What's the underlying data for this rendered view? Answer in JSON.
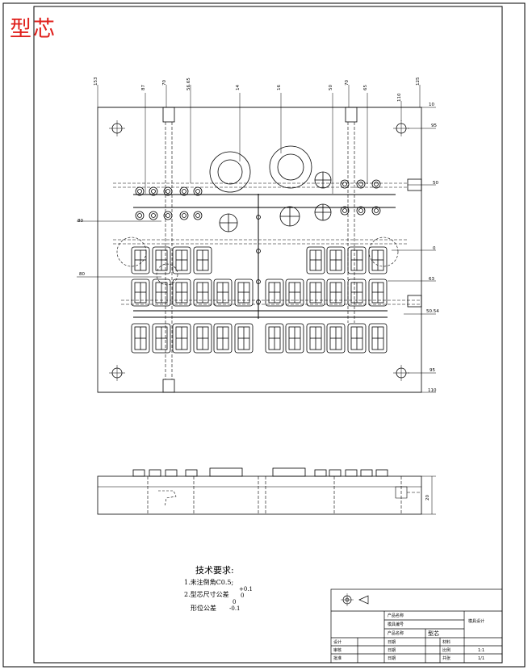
{
  "sheet_title": "型芯",
  "tech_requirements": {
    "heading": "技术要求:",
    "items": [
      "1.未注倒角C0.5;",
      "2.型芯尺寸公差",
      "形位公差"
    ],
    "tol1_upper": "+0.1",
    "tol1_lower": "0",
    "tol2_upper": "0",
    "tol2_lower": "-0.1"
  },
  "dimensions": {
    "top_vertical": [
      "153",
      "87",
      "70",
      "56.65",
      "14",
      "16",
      "50",
      "70",
      "65",
      "110",
      "125"
    ],
    "right": [
      "10",
      "95",
      "50",
      "0",
      "63",
      "50.54",
      "95",
      "110"
    ],
    "left": [
      "80",
      "80"
    ],
    "side_view_height": "20"
  },
  "title_block": {
    "product_name_label": "产品名称",
    "mold_no_label": "模具编号",
    "product_label": "产品名称",
    "part_name_value": "型芯",
    "material_label": "材料",
    "scale_label": "比例",
    "scale_value": "1:1",
    "company": "模具设计",
    "designer": "设计",
    "check": "审核",
    "approve": "批准",
    "date_label": "日期",
    "sheet_label": "共张",
    "sheet_value": "1/1"
  },
  "colors": {
    "line": "#000000",
    "title_red": "#e0201c"
  }
}
